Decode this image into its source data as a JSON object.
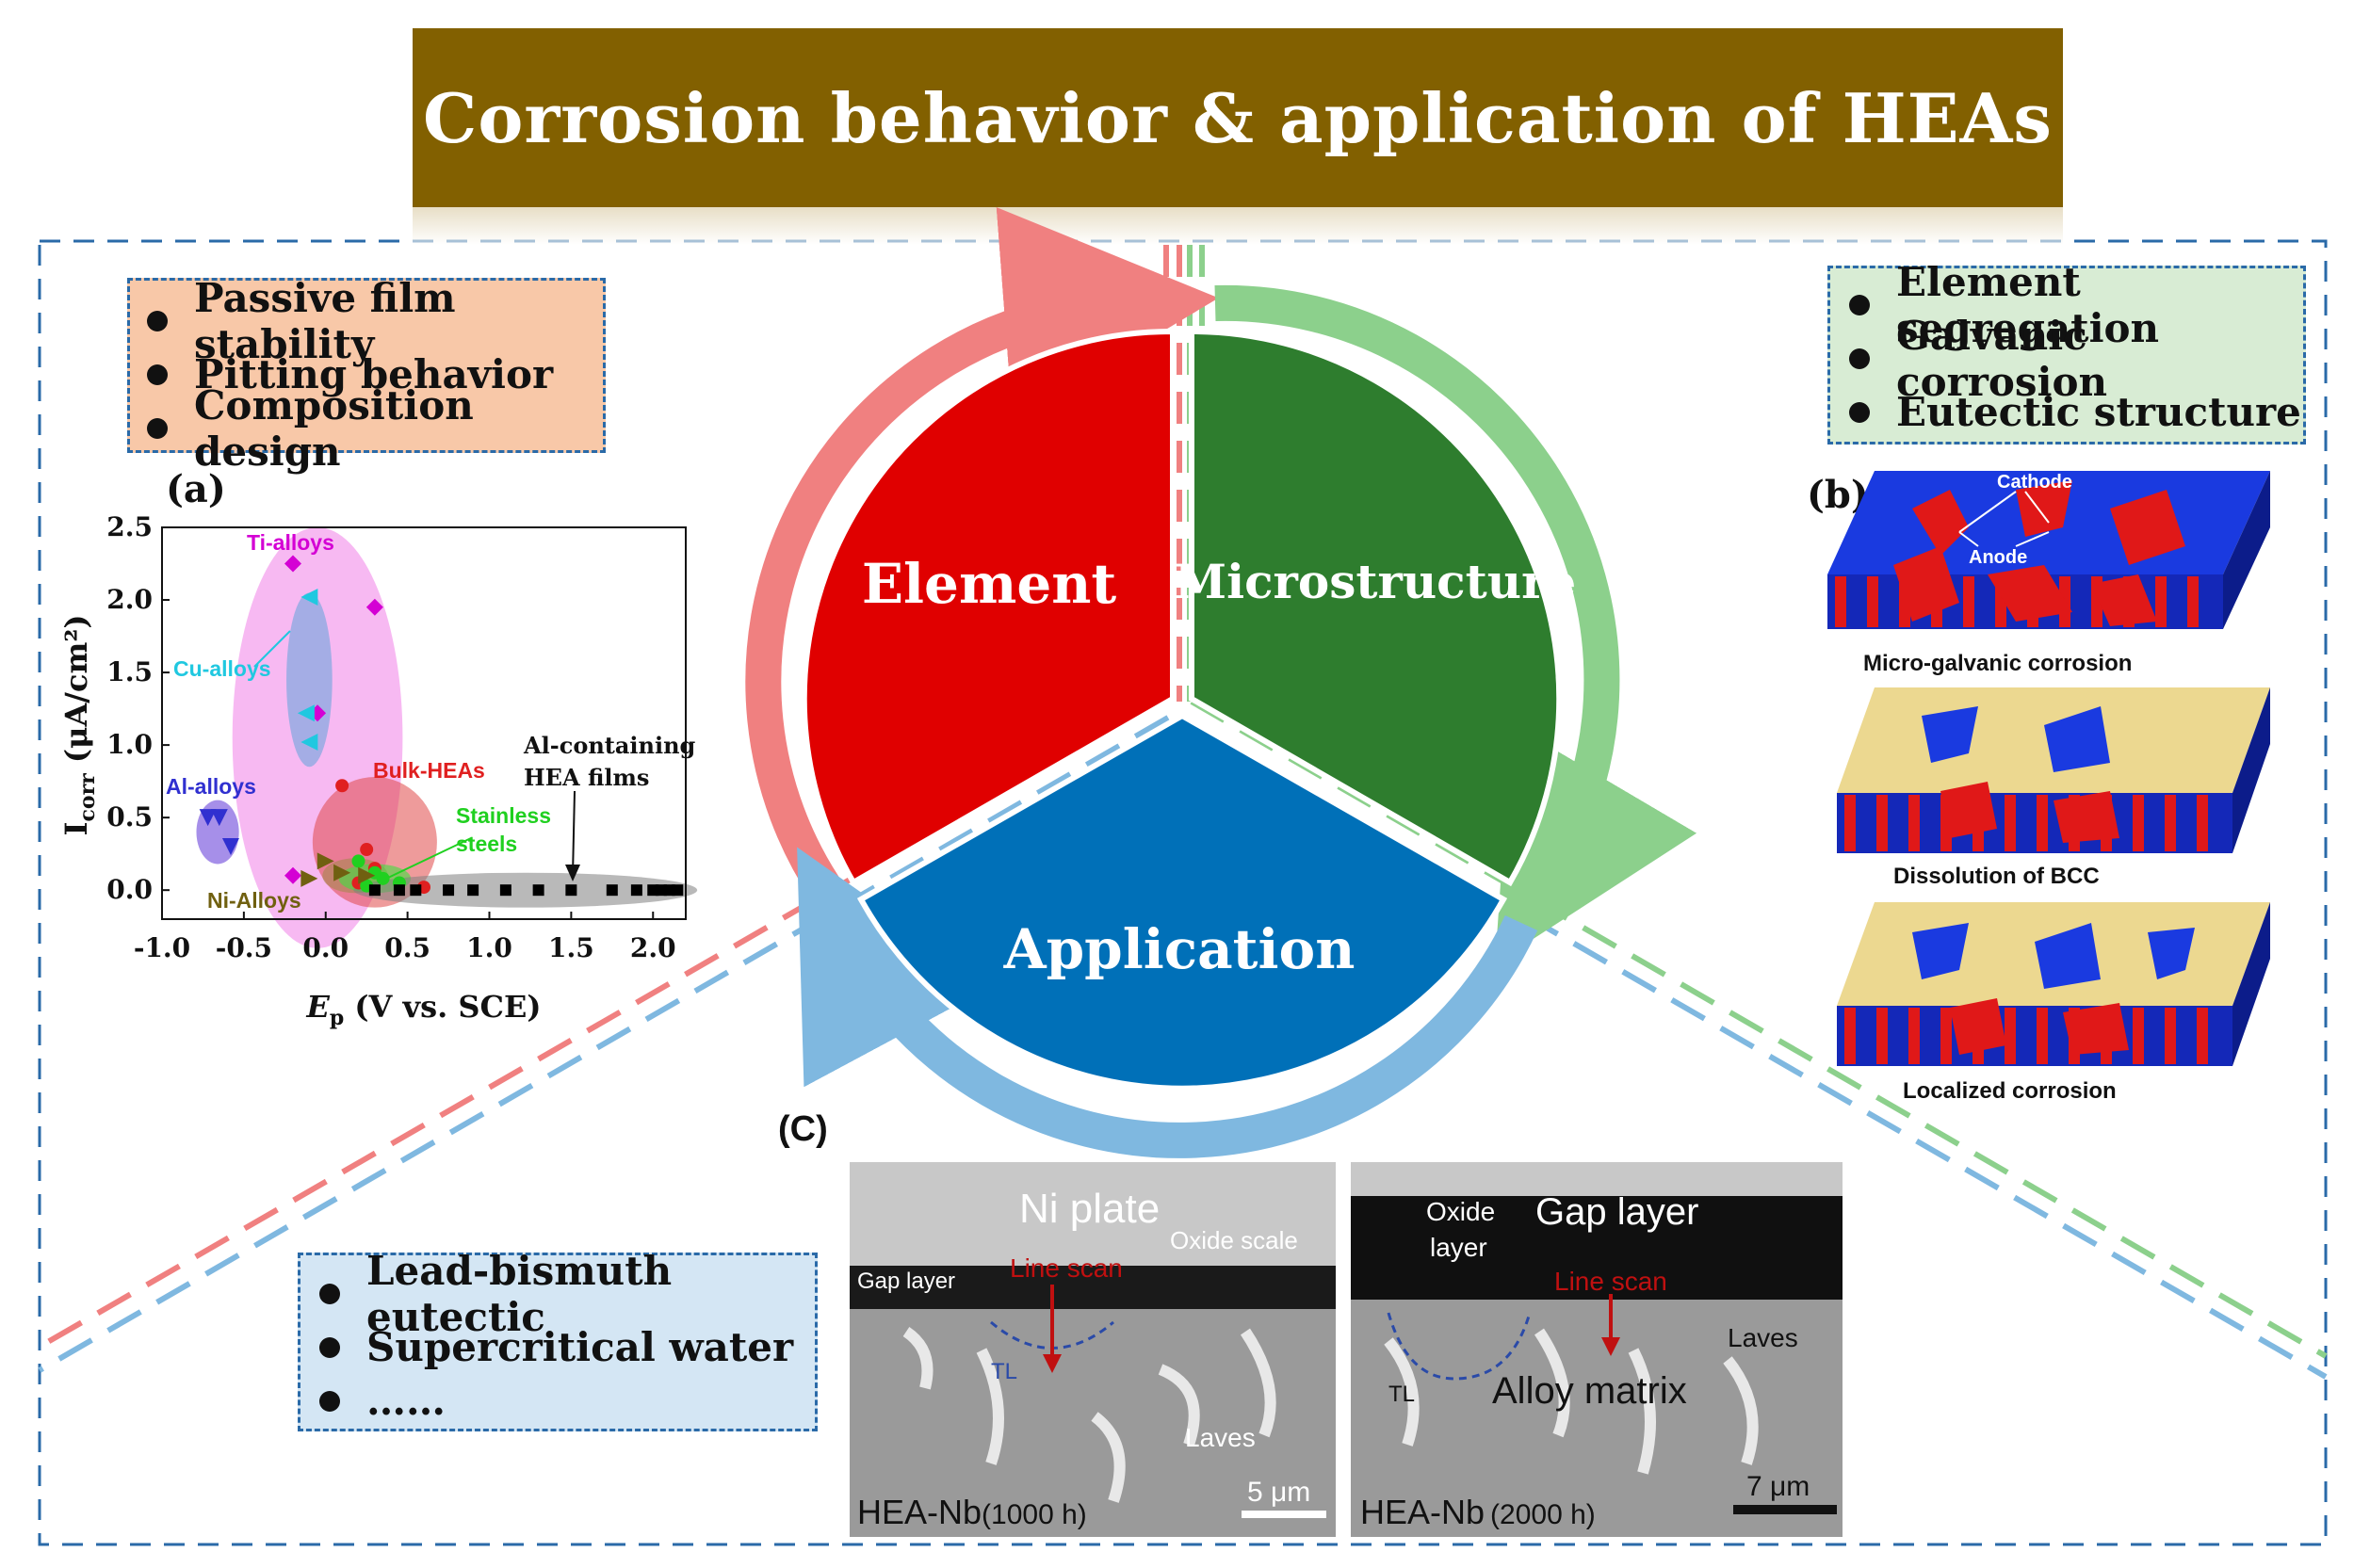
{
  "title": "Corrosion behavior & application of HEAs",
  "cycle": {
    "element": "Element",
    "microstructure": "Microstructure",
    "application": "Application"
  },
  "colors": {
    "title_bg": "#826000",
    "element": "#e00000",
    "microstructure": "#2e7d2e",
    "application": "#0070b8",
    "border": "#2a6aa8"
  },
  "box_a": {
    "items": [
      "Passive film stability",
      "Pitting behavior",
      "Composition design"
    ]
  },
  "box_b": {
    "items": [
      "Element segregation",
      "Galvanic corrosion",
      "Eutectic structure"
    ]
  },
  "box_c": {
    "items": [
      "Lead-bismuth eutectic",
      "Supercritical water",
      "……"
    ]
  },
  "panel_labels": {
    "a": "(a)",
    "b": "(b)",
    "c": "(C)"
  },
  "chart_data": {
    "type": "scatter",
    "xlabel_prefix": "E",
    "xlabel_sub": "p",
    "xlabel_rest": " (V vs. SCE)",
    "ylabel_prefix": "I",
    "ylabel_sub": "corr",
    "ylabel_rest": " (μA/cm²)",
    "xlim": [
      -1.0,
      2.2
    ],
    "ylim": [
      -0.2,
      2.5
    ],
    "xticks": [
      "-1.0",
      "-0.5",
      "0.0",
      "0.5",
      "1.0",
      "1.5",
      "2.0"
    ],
    "xtick_values": [
      -1.0,
      -0.5,
      0.0,
      0.5,
      1.0,
      1.5,
      2.0
    ],
    "yticks": [
      "0.0",
      "0.5",
      "1.0",
      "1.5",
      "2.0",
      "2.5"
    ],
    "ytick_values": [
      0.0,
      0.5,
      1.0,
      1.5,
      2.0,
      2.5
    ],
    "series": [
      {
        "name": "Ti-alloys",
        "color": "#d400d4",
        "marker": "diamond",
        "points": [
          [
            -0.2,
            2.25
          ],
          [
            0.3,
            1.95
          ],
          [
            -0.05,
            1.22
          ],
          [
            -0.2,
            0.1
          ]
        ]
      },
      {
        "name": "Cu-alloys",
        "color": "#20c8e0",
        "marker": "tri-left",
        "points": [
          [
            -0.1,
            2.02
          ],
          [
            -0.12,
            1.22
          ],
          [
            -0.1,
            1.02
          ]
        ]
      },
      {
        "name": "Al-alloys",
        "color": "#3030d0",
        "marker": "tri-down",
        "points": [
          [
            -0.72,
            0.5
          ],
          [
            -0.65,
            0.5
          ],
          [
            -0.58,
            0.3
          ]
        ]
      },
      {
        "name": "Bulk-HEAs",
        "color": "#e02020",
        "marker": "circle",
        "points": [
          [
            0.1,
            0.72
          ],
          [
            0.25,
            0.28
          ],
          [
            0.3,
            0.15
          ],
          [
            0.2,
            0.05
          ],
          [
            0.6,
            0.02
          ]
        ]
      },
      {
        "name": "Stainless steels",
        "color": "#20d020",
        "marker": "circle",
        "points": [
          [
            0.2,
            0.2
          ],
          [
            0.3,
            0.12
          ],
          [
            0.35,
            0.08
          ],
          [
            0.45,
            0.05
          ],
          [
            0.25,
            0.03
          ]
        ]
      },
      {
        "name": "Ni-Alloys",
        "color": "#706010",
        "marker": "tri-right",
        "points": [
          [
            0.0,
            0.2
          ],
          [
            0.1,
            0.12
          ],
          [
            0.25,
            0.1
          ],
          [
            -0.1,
            0.08
          ]
        ]
      },
      {
        "name": "Al-containing HEA films",
        "color": "#000000",
        "marker": "square",
        "points": [
          [
            0.3,
            0.0
          ],
          [
            0.45,
            0.0
          ],
          [
            0.55,
            0.0
          ],
          [
            0.75,
            0.0
          ],
          [
            0.9,
            0.0
          ],
          [
            1.1,
            0.0
          ],
          [
            1.3,
            0.0
          ],
          [
            1.5,
            0.0
          ],
          [
            1.75,
            0.0
          ],
          [
            1.9,
            0.0
          ],
          [
            2.0,
            0.0
          ],
          [
            2.05,
            0.0
          ],
          [
            2.1,
            0.0
          ],
          [
            2.15,
            0.0
          ]
        ]
      }
    ],
    "labels": {
      "ti": "Ti-alloys",
      "cu": "Cu-alloys",
      "al": "Al-alloys",
      "bulk": "Bulk-HEAs",
      "stainless_1": "Stainless",
      "stainless_2": "steels",
      "ni": "Ni-Alloys",
      "films_1": "Al-containing",
      "films_2": "HEA films"
    }
  },
  "panel_b": {
    "labels": {
      "cathode": "Cathode",
      "anode": "Anode",
      "cap1": "Micro-galvanic corrosion",
      "cap2": "Dissolution of BCC",
      "cap3": "Localized corrosion"
    }
  },
  "panel_c": {
    "left": {
      "top": "Ni plate",
      "gap": "Gap layer",
      "line_scan": "Line scan",
      "oxide": "Oxide scale",
      "tl": "TL",
      "laves": "Laves",
      "sample": "HEA-Nb",
      "time": "(1000 h)",
      "scale": "5 μm"
    },
    "right": {
      "gap": "Gap layer",
      "oxide_1": "Oxide",
      "oxide_2": "layer",
      "line_scan": "Line scan",
      "laves": "Laves",
      "tl": "TL",
      "matrix": "Alloy matrix",
      "sample": "HEA-Nb",
      "time": "(2000 h)",
      "scale": "7 μm"
    }
  }
}
